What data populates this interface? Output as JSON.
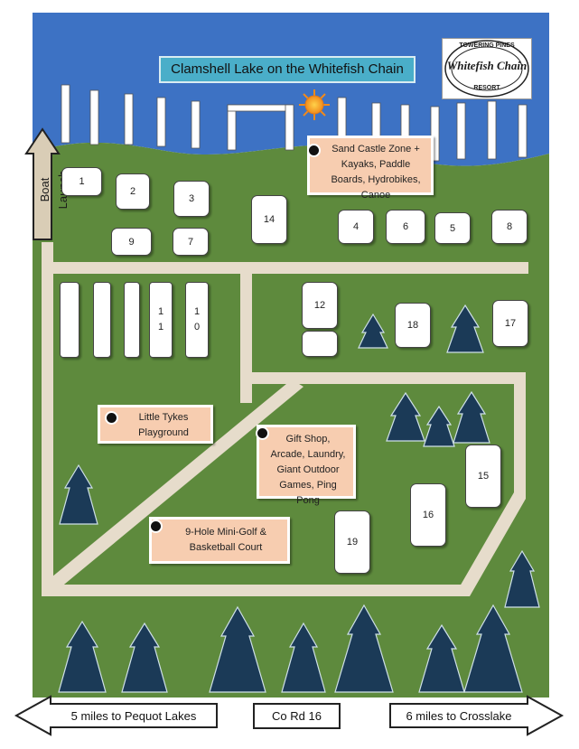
{
  "title": "Clamshell Lake on the Whitefish Chain",
  "logo": {
    "top_text": "TOWERING PINES",
    "main_text": "Whitefish Chain",
    "bottom_text": "RESORT"
  },
  "boat_launch": "Boat Launch",
  "cabins": [
    "1",
    "2",
    "3",
    "4",
    "5",
    "6",
    "7",
    "8",
    "9",
    "10",
    "11",
    "12",
    "14",
    "15",
    "16",
    "17",
    "18",
    "19"
  ],
  "amenities": {
    "beach": "Sand Castle Zone + Kayaks, Paddle Boards, Hydrobikes, Canoe",
    "playground": "Little Tykes Playground",
    "gift_shop": "Gift Shop, Arcade, Laundry, Giant Outdoor Games, Ping Pong",
    "mini_golf": "9-Hole Mini-Golf & Basketball Court"
  },
  "roads": {
    "left": "5 miles to Pequot Lakes",
    "center": "Co Rd 16",
    "right": "6 miles to Crosslake"
  },
  "colors": {
    "lake": "#3d72c4",
    "grass": "#5e8a3d",
    "path": "#e6dccb",
    "title_bg": "#4aaec9",
    "label_bg": "#f7cdb0"
  }
}
